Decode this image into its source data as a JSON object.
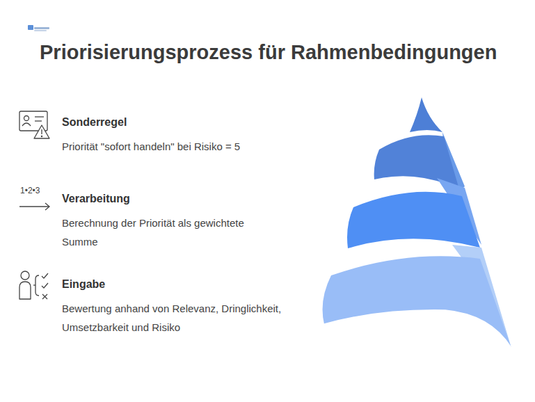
{
  "diagram": {
    "title": "Priorisierungsprozess für Rahmenbedingungen",
    "nodes": [
      {
        "text": [
          "Sonderregel",
          "Priorität \"sofort handeln\" bei Risiko = 5"
        ]
      },
      {
        "text": [
          "Verarbeitung",
          "Berechnung der Priorität als gewichtete Summe"
        ]
      },
      {
        "text": [
          "Eingabe",
          "Bewertung anhand von Relevanz, Dringlichkeit, Umsetzbarkeit und Risiko"
        ]
      }
    ],
    "labels": [
      "1•2•3"
    ]
  }
}
